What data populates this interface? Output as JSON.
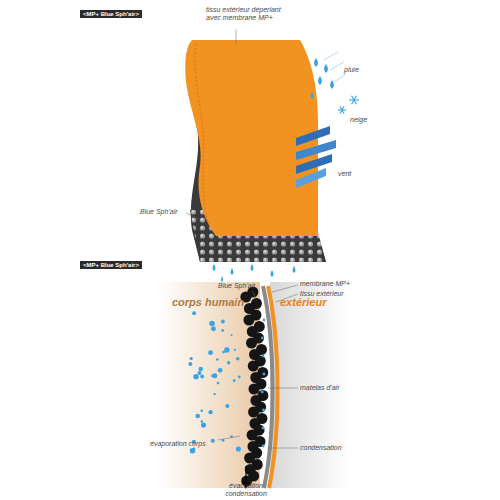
{
  "diagram": {
    "nodes": [
      {
        "text": [
          "<MP+ Blue Sph'air>"
        ]
      },
      {
        "text": [
          "<MP+ Blue Sph'air>"
        ]
      }
    ],
    "labels": [
      "tissu extérieur déperlant avec membrane MP+",
      "pluie",
      "neige",
      "vent",
      "Blue Sph'air",
      "Blue Sph'air",
      "membrane MP+",
      "tissu extérieur",
      "corps humain",
      "extérieur",
      "matelas d'air",
      "évaporation corps",
      "condensation",
      "évacuation condensation"
    ]
  }
}
